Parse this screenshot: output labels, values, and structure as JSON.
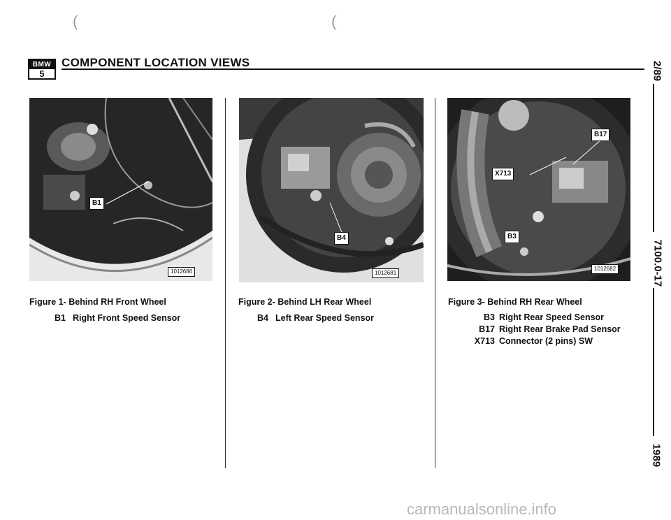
{
  "header": {
    "logo_brand": "BMW",
    "logo_series": "5",
    "title": "COMPONENT LOCATION VIEWS"
  },
  "margin": {
    "date": "2/89",
    "section": "7100.0-17",
    "year": "1989"
  },
  "figures": [
    {
      "ref_number": "1012686",
      "callouts": [
        "B1"
      ],
      "caption": "Figure 1-  Behind RH Front Wheel",
      "items": [
        {
          "code": "B1",
          "description": "Right Front Speed Sensor"
        }
      ]
    },
    {
      "ref_number": "1012681",
      "callouts": [
        "B4"
      ],
      "caption": "Figure 2-  Behind LH Rear Wheel",
      "items": [
        {
          "code": "B4",
          "description": "Left Rear Speed Sensor"
        }
      ]
    },
    {
      "ref_number": "1012682",
      "callouts": [
        "B17",
        "X713",
        "B3"
      ],
      "caption": "Figure 3-  Behind RH Rear Wheel",
      "items": [
        {
          "code": "B3",
          "description": "Right Rear Speed Sensor"
        },
        {
          "code": "B17",
          "description": "Right Rear Brake Pad Sensor"
        },
        {
          "code": "X713",
          "description": "Connector (2 pins) SW"
        }
      ]
    }
  ],
  "watermark": "carmanualsonline.info"
}
